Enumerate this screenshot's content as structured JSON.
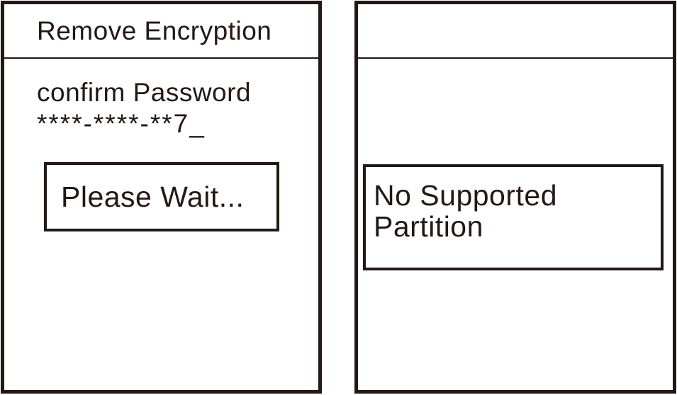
{
  "colors": {
    "ink": "#231815",
    "background": "#ffffff"
  },
  "left_screen": {
    "title": "Remove Encryption",
    "prompt_label": "confirm Password",
    "password_value": "****-****-**7_",
    "status_box_label": "Please Wait..."
  },
  "right_screen": {
    "message_lines": [
      "No Supported",
      "Partition"
    ]
  }
}
